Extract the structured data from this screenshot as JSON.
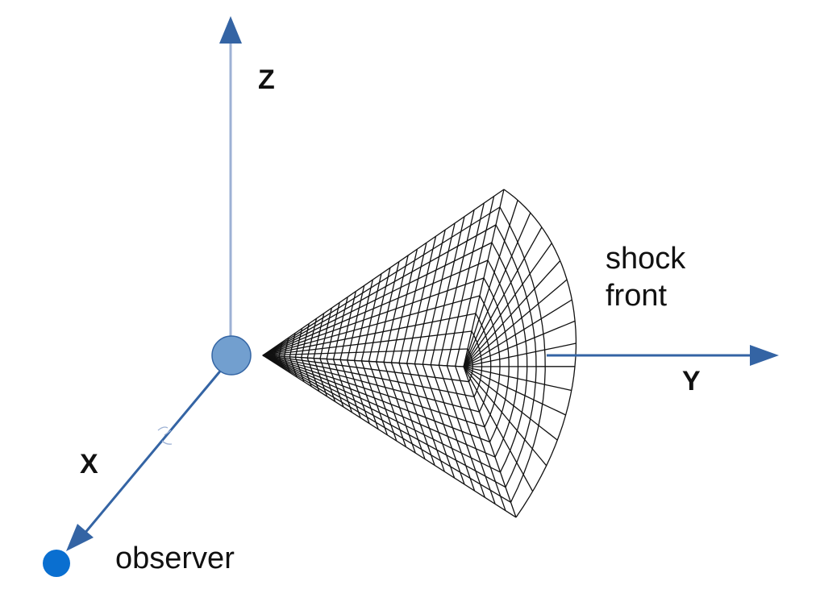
{
  "labels": {
    "z_axis": "Z",
    "y_axis": "Y",
    "x_axis": "X",
    "shock_line1": "shock",
    "shock_line2": "front",
    "observer": "observer"
  },
  "colors": {
    "axis_z": "#9db1d4",
    "axis_main": "#3464a4",
    "origin_fill": "#729fcf",
    "origin_stroke": "#3465a4",
    "observer_fill": "#0a6fd0",
    "mesh": "#111111"
  }
}
